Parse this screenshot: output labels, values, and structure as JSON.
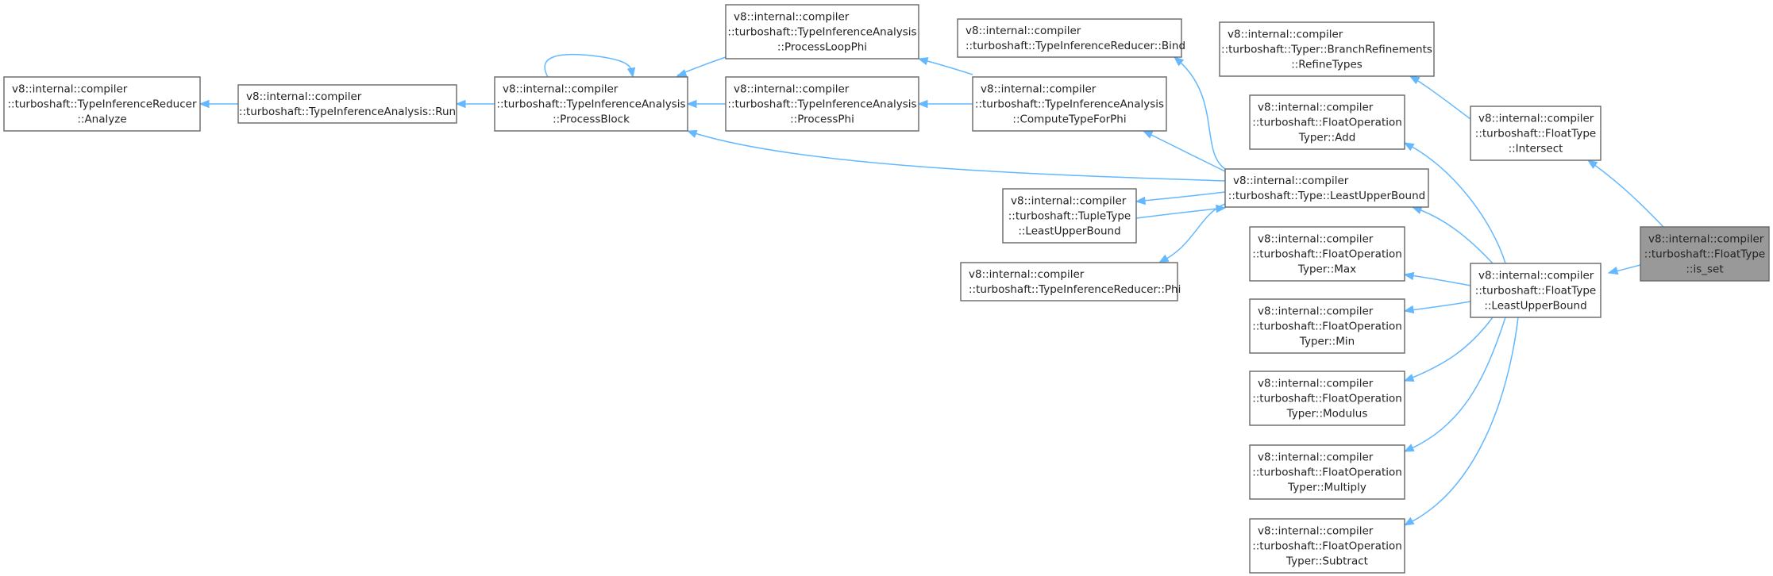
{
  "nodes": [
    {
      "id": "analyze",
      "lines": [
        "v8::internal::compiler",
        "::turboshaft::TypeInferenceReducer",
        "::Analyze"
      ],
      "highlight": false
    },
    {
      "id": "run",
      "lines": [
        "v8::internal::compiler",
        "::turboshaft::TypeInferenceAnalysis::Run"
      ],
      "highlight": false
    },
    {
      "id": "processblock",
      "lines": [
        "v8::internal::compiler",
        "::turboshaft::TypeInferenceAnalysis",
        "::ProcessBlock"
      ],
      "highlight": false
    },
    {
      "id": "processloopphi",
      "lines": [
        "v8::internal::compiler",
        "::turboshaft::TypeInferenceAnalysis",
        "::ProcessLoopPhi"
      ],
      "highlight": false
    },
    {
      "id": "processphi",
      "lines": [
        "v8::internal::compiler",
        "::turboshaft::TypeInferenceAnalysis",
        "::ProcessPhi"
      ],
      "highlight": false
    },
    {
      "id": "bind",
      "lines": [
        "v8::internal::compiler",
        "::turboshaft::TypeInferenceReducer::Bind"
      ],
      "highlight": false
    },
    {
      "id": "computetypeforphi",
      "lines": [
        "v8::internal::compiler",
        "::turboshaft::TypeInferenceAnalysis",
        "::ComputeTypeForPhi"
      ],
      "highlight": false
    },
    {
      "id": "tuplelub",
      "lines": [
        "v8::internal::compiler",
        "::turboshaft::TupleType",
        "::LeastUpperBound"
      ],
      "highlight": false
    },
    {
      "id": "phi",
      "lines": [
        "v8::internal::compiler",
        "::turboshaft::TypeInferenceReducer::Phi"
      ],
      "highlight": false
    },
    {
      "id": "typelub",
      "lines": [
        "v8::internal::compiler",
        "::turboshaft::Type::LeastUpperBound"
      ],
      "highlight": false
    },
    {
      "id": "refinetypes",
      "lines": [
        "v8::internal::compiler",
        "::turboshaft::Typer::BranchRefinements",
        "::RefineTypes"
      ],
      "highlight": false
    },
    {
      "id": "add",
      "lines": [
        "v8::internal::compiler",
        "::turboshaft::FloatOperation",
        "Typer::Add"
      ],
      "highlight": false
    },
    {
      "id": "max",
      "lines": [
        "v8::internal::compiler",
        "::turboshaft::FloatOperation",
        "Typer::Max"
      ],
      "highlight": false
    },
    {
      "id": "min",
      "lines": [
        "v8::internal::compiler",
        "::turboshaft::FloatOperation",
        "Typer::Min"
      ],
      "highlight": false
    },
    {
      "id": "modulus",
      "lines": [
        "v8::internal::compiler",
        "::turboshaft::FloatOperation",
        "Typer::Modulus"
      ],
      "highlight": false
    },
    {
      "id": "multiply",
      "lines": [
        "v8::internal::compiler",
        "::turboshaft::FloatOperation",
        "Typer::Multiply"
      ],
      "highlight": false
    },
    {
      "id": "subtract",
      "lines": [
        "v8::internal::compiler",
        "::turboshaft::FloatOperation",
        "Typer::Subtract"
      ],
      "highlight": false
    },
    {
      "id": "intersect",
      "lines": [
        "v8::internal::compiler",
        "::turboshaft::FloatType",
        "::Intersect"
      ],
      "highlight": false
    },
    {
      "id": "floatlub",
      "lines": [
        "v8::internal::compiler",
        "::turboshaft::FloatType",
        "::LeastUpperBound"
      ],
      "highlight": false
    },
    {
      "id": "isset",
      "lines": [
        "v8::internal::compiler",
        "::turboshaft::FloatType",
        "::is_set"
      ],
      "highlight": true
    }
  ],
  "edges": [
    {
      "from": "run",
      "to": "analyze"
    },
    {
      "from": "processblock",
      "to": "run"
    },
    {
      "from": "processblock",
      "to": "processblock"
    },
    {
      "from": "processloopphi",
      "to": "processblock"
    },
    {
      "from": "processphi",
      "to": "processblock"
    },
    {
      "from": "computetypeforphi",
      "to": "processloopphi"
    },
    {
      "from": "computetypeforphi",
      "to": "processphi"
    },
    {
      "from": "typelub",
      "to": "processblock"
    },
    {
      "from": "typelub",
      "to": "bind"
    },
    {
      "from": "typelub",
      "to": "computetypeforphi"
    },
    {
      "from": "typelub",
      "to": "tuplelub"
    },
    {
      "from": "tuplelub",
      "to": "typelub"
    },
    {
      "from": "typelub",
      "to": "phi"
    },
    {
      "from": "intersect",
      "to": "refinetypes"
    },
    {
      "from": "floatlub",
      "to": "add"
    },
    {
      "from": "floatlub",
      "to": "typelub"
    },
    {
      "from": "floatlub",
      "to": "max"
    },
    {
      "from": "floatlub",
      "to": "min"
    },
    {
      "from": "floatlub",
      "to": "modulus"
    },
    {
      "from": "floatlub",
      "to": "multiply"
    },
    {
      "from": "floatlub",
      "to": "subtract"
    },
    {
      "from": "isset",
      "to": "intersect"
    },
    {
      "from": "isset",
      "to": "floatlub"
    }
  ]
}
